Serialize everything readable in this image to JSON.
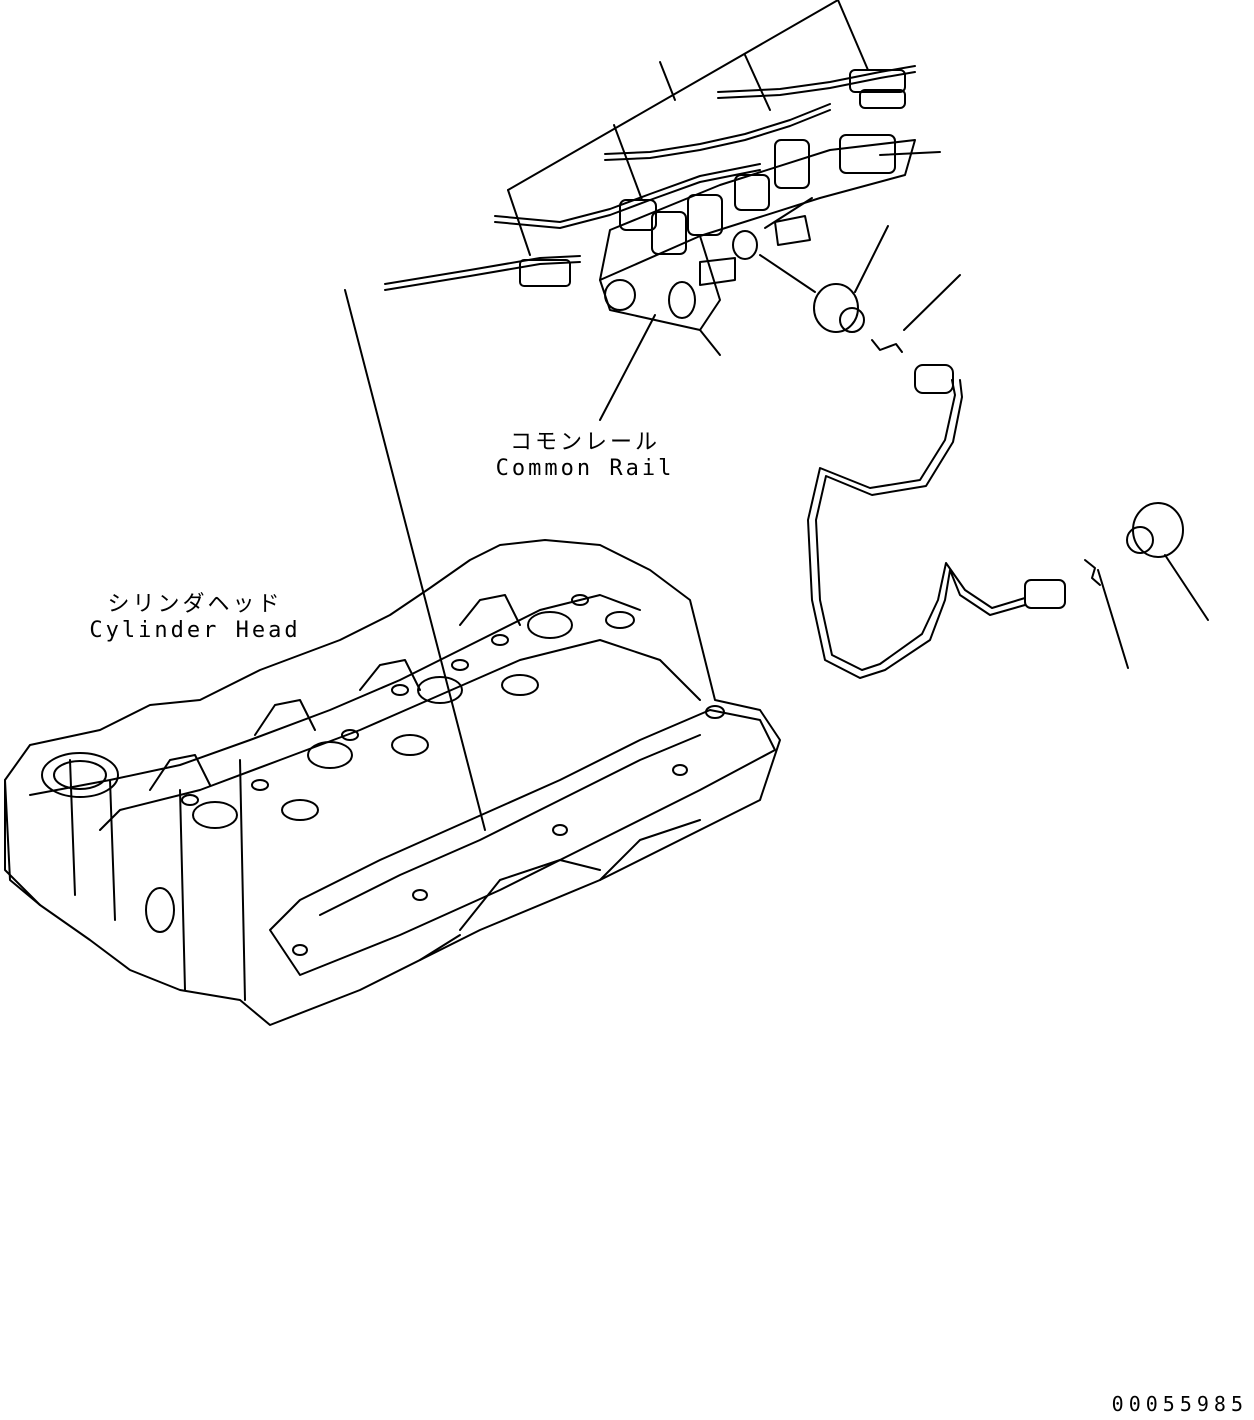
{
  "labels": {
    "common_rail_jp": "コモンレール",
    "common_rail_en": "Common Rail",
    "cylinder_head_jp": "シリンダヘッド",
    "cylinder_head_en": "Cylinder Head"
  },
  "drawing_number": "00055985",
  "colors": {
    "line": "#000000",
    "background": "#ffffff"
  }
}
